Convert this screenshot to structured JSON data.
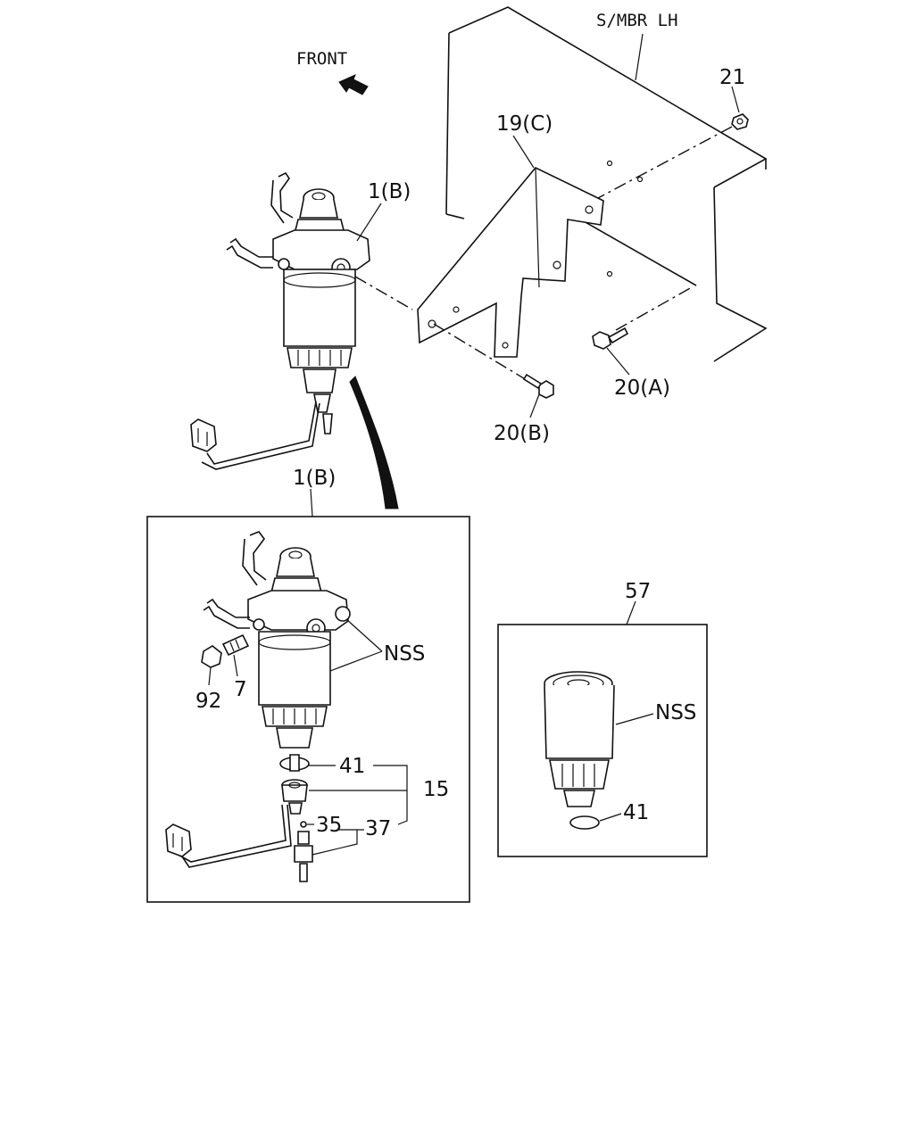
{
  "labels": {
    "frame": "S/MBR LH",
    "front": "FRONT",
    "p21": "21",
    "p19c": "19(C)",
    "p1b_top": "1(B)",
    "p1b_detail": "1(B)",
    "p20a": "20(A)",
    "p20b": "20(B)",
    "nss_main": "NSS",
    "p92": "92",
    "p7": "7",
    "p41_main": "41",
    "p15": "15",
    "p35": "35",
    "p37": "37",
    "p57": "57",
    "nss_element": "NSS",
    "p41_element": "41"
  },
  "icons": {
    "front_arrow": "arrow-up-left-icon"
  }
}
